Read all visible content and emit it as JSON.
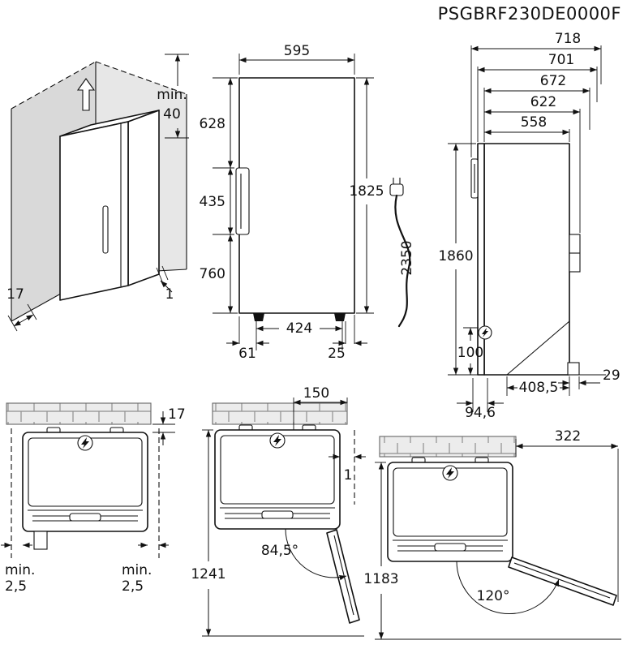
{
  "title": "PSGBRF230DE0000F",
  "corner_view": {
    "top_clearance_label": "min.",
    "top_clearance_value": "40",
    "wall_left_value": "17",
    "wall_right_value": "1"
  },
  "front_view": {
    "width": "595",
    "upper_section": "628",
    "handle_section": "435",
    "lower_section": "760",
    "total_height": "1825",
    "feet_distance": "424",
    "left_foot_inset": "61",
    "right_foot_inset": "25"
  },
  "side_view": {
    "depth_1": "718",
    "depth_2": "701",
    "depth_3": "672",
    "depth_4": "622",
    "depth_5": "558",
    "height": "1860",
    "cord_length": "2350",
    "inlet_height": "100",
    "compressor_depth": "408,5",
    "rear_spacer": "29",
    "rear_clearance": "94,6"
  },
  "top_view_wall": {
    "rear_gap": "17",
    "left_clearance_label": "min.",
    "left_clearance_value": "2,5",
    "right_clearance_label": "min.",
    "right_clearance_value": "2,5"
  },
  "top_view_door_ajar": {
    "corner_distance": "150",
    "side_gap": "1",
    "door_angle": "84,5°",
    "total_depth": "1241"
  },
  "top_view_door_open": {
    "door_swing": "322",
    "door_angle": "120°",
    "total_depth": "1183"
  }
}
